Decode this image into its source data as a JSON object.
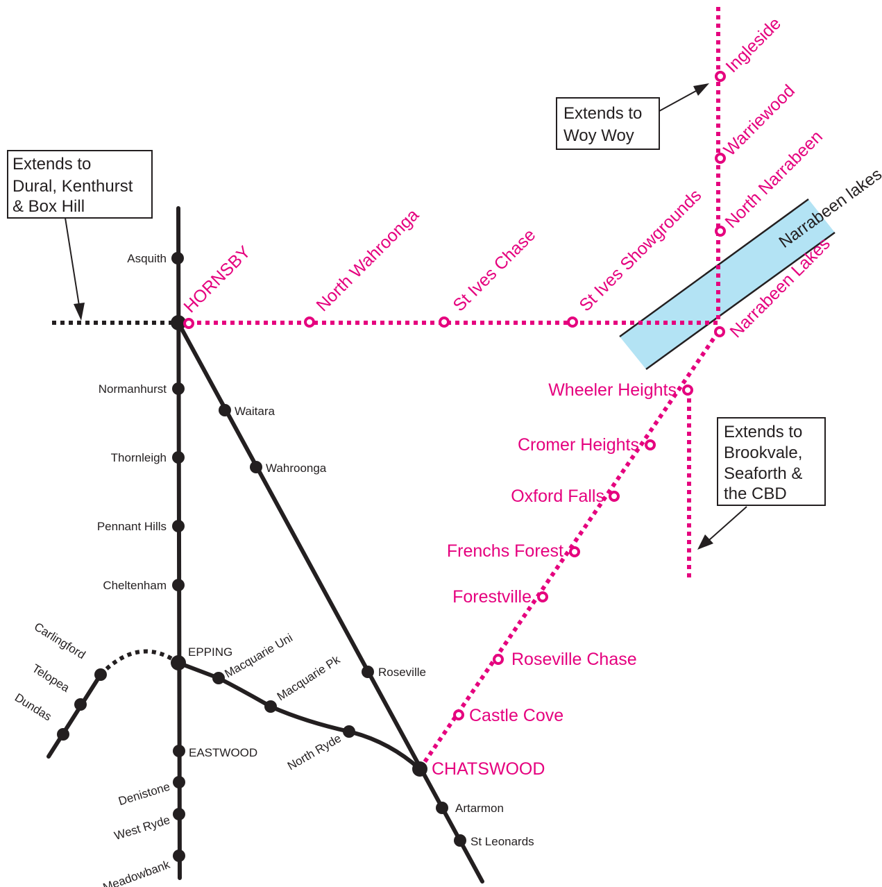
{
  "colors": {
    "existing_line": "#231f20",
    "proposed_line": "#e5007e",
    "lake": "#b3e3f4"
  },
  "lake": {
    "label": "Narrabeen lakes"
  },
  "notes": {
    "dural": [
      "Extends to",
      "Dural, Kenthurst",
      "& Box Hill"
    ],
    "woy_woy": [
      "Extends to",
      "Woy Woy"
    ],
    "brookvale": [
      "Extends to",
      "Brookvale,",
      "Seaforth &",
      "the CBD"
    ]
  },
  "stations_existing": {
    "asquith": "Asquith",
    "normanhurst": "Normanhurst",
    "thornleigh": "Thornleigh",
    "pennant_hills": "Pennant Hills",
    "cheltenham": "Cheltenham",
    "epping": "EPPING",
    "eastwood": "EASTWOOD",
    "denistone": "Denistone",
    "west_ryde": "West Ryde",
    "meadowbank": "Meadowbank",
    "waitara": "Waitara",
    "wahroonga": "Wahroonga",
    "roseville": "Roseville",
    "artarmon": "Artarmon",
    "st_leonards": "St Leonards",
    "macquarie_uni": "Macquarie Uni",
    "macquarie_pk": "Macquarie Pk",
    "north_ryde": "North Ryde",
    "carlingford": "Carlingford",
    "telopea": "Telopea",
    "dundas": "Dundas"
  },
  "stations_proposed": {
    "hornsby": "HORNSBY",
    "chatswood": "CHATSWOOD",
    "north_wahroonga": "North Wahroonga",
    "st_ives_chase": "St Ives Chase",
    "st_ives_showgrounds": "St Ives Showgrounds",
    "ingleside": "Ingleside",
    "warriewood": "Warriewood",
    "north_narrabeen": "North Narrabeen",
    "narrabeen_lakes": "Narrabeen Lakes",
    "wheeler_heights": "Wheeler Heights",
    "cromer_heights": "Cromer Heights",
    "oxford_falls": "Oxford Falls",
    "frenchs_forest": "Frenchs Forest",
    "forestville": "Forestville",
    "roseville_chase": "Roseville Chase",
    "castle_cove": "Castle Cove"
  }
}
